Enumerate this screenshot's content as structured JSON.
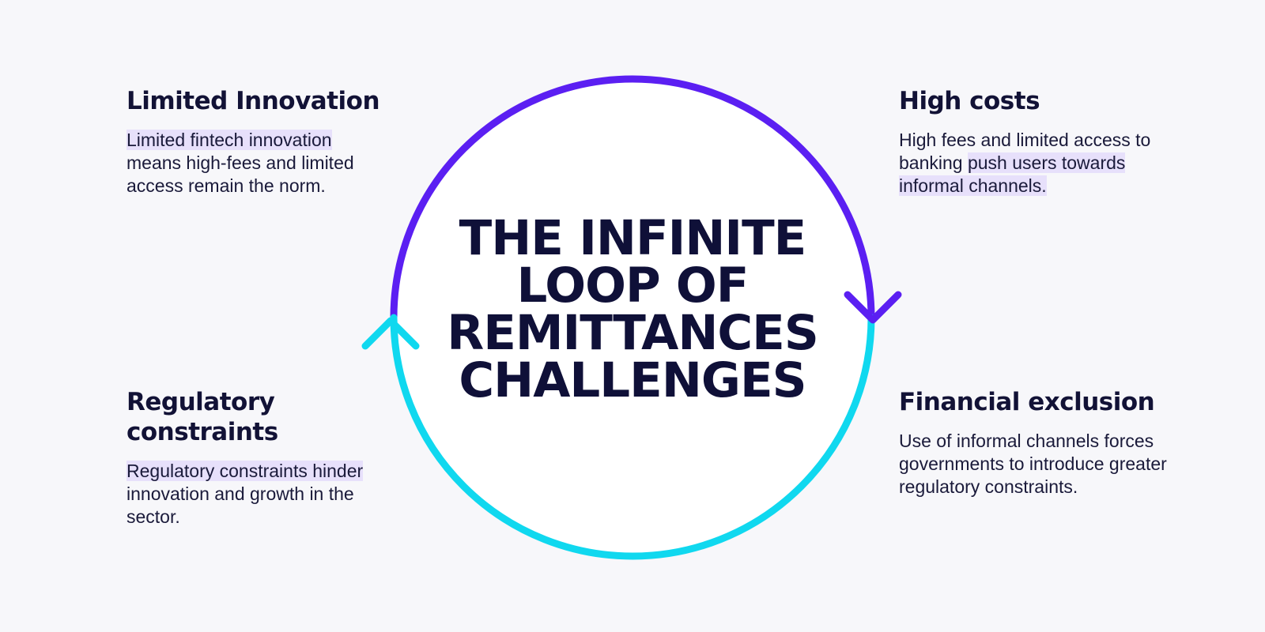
{
  "title_lines": [
    "THE INFINITE",
    "LOOP OF",
    "REMITTANCES",
    "CHALLENGES"
  ],
  "blocks": {
    "top_left": {
      "heading": "Limited Innovation",
      "highlight": "Limited fintech innovation",
      "body": " means high-fees and limited access remain the norm."
    },
    "top_right": {
      "heading": "High costs",
      "body": "High fees and limited access to banking ",
      "highlight": "push users towards informal channels."
    },
    "bottom_left": {
      "heading": "Regulatory constraints",
      "highlight": "Regulatory constraints hinder",
      "body": " innovation and growth in the sector."
    },
    "bottom_right": {
      "heading": "Financial exclusion",
      "body": "Use of informal channels forces governments to introduce greater regulatory constraints."
    }
  },
  "colors": {
    "background": "#f7f7fa",
    "circle_fill": "#ffffff",
    "loop_purple": "#5b1ff2",
    "loop_cyan": "#10d8ef",
    "text_dark": "#0f1038",
    "highlight": "#e7e0fb"
  }
}
